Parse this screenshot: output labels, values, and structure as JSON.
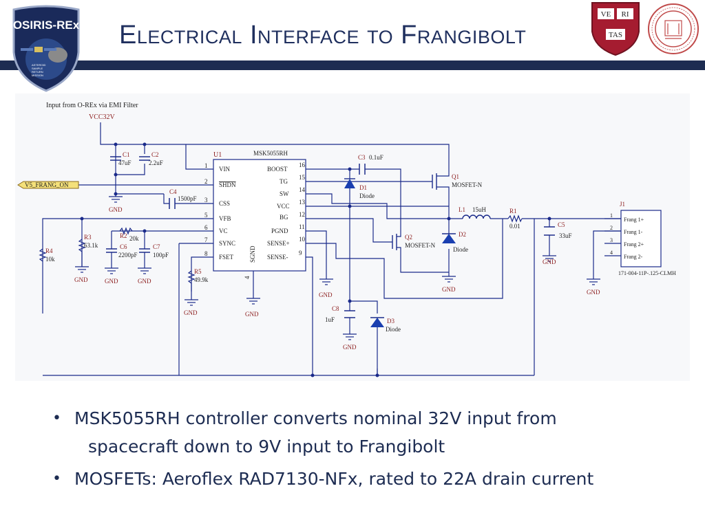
{
  "slide": {
    "title": "Electrical Interface to Frangibolt"
  },
  "logos": {
    "mission_name": "OSIRIS-REx",
    "mission_tagline": [
      "ASTEROID",
      "SAMPLE",
      "RETURN",
      "MISSION"
    ],
    "harvard_shield": [
      "VE",
      "RI",
      "TAS"
    ]
  },
  "schematic": {
    "input_note": "Input from O-REx via EMI Filter",
    "supply_net": "VCC32V",
    "enable_net": "V5_FRANG_ON",
    "gnd": "GND",
    "ic": {
      "ref": "U1",
      "part": "MSK5055RH",
      "left_pins": [
        {
          "num": "1",
          "name": "VIN"
        },
        {
          "num": "2",
          "name": "SHDN"
        },
        {
          "num": "3",
          "name": "CSS"
        },
        {
          "num": "5",
          "name": "VFB"
        },
        {
          "num": "6",
          "name": "VC"
        },
        {
          "num": "7",
          "name": "SYNC"
        },
        {
          "num": "8",
          "name": "FSET"
        }
      ],
      "right_pins": [
        {
          "num": "16",
          "name": "BOOST"
        },
        {
          "num": "15",
          "name": "TG"
        },
        {
          "num": "14",
          "name": "SW"
        },
        {
          "num": "13",
          "name": "VCC"
        },
        {
          "num": "12",
          "name": "BG"
        },
        {
          "num": "11",
          "name": "PGND"
        },
        {
          "num": "10",
          "name": "SENSE+"
        },
        {
          "num": "9",
          "name": "SENSE-"
        }
      ],
      "bottom_pin": {
        "num": "4",
        "name": "SGND"
      }
    },
    "components": {
      "c1": {
        "ref": "C1",
        "value": "47uF"
      },
      "c2": {
        "ref": "C2",
        "value": "2.2uF"
      },
      "c3": {
        "ref": "C3",
        "value": "0.1uF"
      },
      "c4": {
        "ref": "C4",
        "value": "1500pF"
      },
      "c5": {
        "ref": "C5",
        "value": "33uF"
      },
      "c6": {
        "ref": "C6",
        "value": "2200pF"
      },
      "c7": {
        "ref": "C7",
        "value": "100pF"
      },
      "c8": {
        "ref": "C8",
        "value": "1uF"
      },
      "r1": {
        "ref": "R1",
        "value": "0.01"
      },
      "r2": {
        "ref": "R2",
        "value": "20k"
      },
      "r3": {
        "ref": "R3",
        "value": "63.1k"
      },
      "r4": {
        "ref": "R4",
        "value": "10k"
      },
      "r5": {
        "ref": "R5",
        "value": "49.9k"
      },
      "l1": {
        "ref": "L1",
        "value": "15uH"
      },
      "q1": {
        "ref": "Q1",
        "value": "MOSFET-N"
      },
      "q2": {
        "ref": "Q2",
        "value": "MOSFET-N"
      },
      "d1": {
        "ref": "D1",
        "value": "Diode"
      },
      "d2": {
        "ref": "D2",
        "value": "Diode"
      },
      "d3": {
        "ref": "D3",
        "value": "Diode"
      }
    },
    "connector": {
      "ref": "J1",
      "part": "171-004-11P-.125-CLMH",
      "pins": [
        {
          "num": "1",
          "name": "Frang 1+"
        },
        {
          "num": "2",
          "name": "Frang 1-"
        },
        {
          "num": "3",
          "name": "Frang 2+"
        },
        {
          "num": "4",
          "name": "Frang 2-"
        }
      ]
    }
  },
  "bullets": [
    {
      "line1": "MSK5055RH controller converts nominal 32V input from",
      "line2": "spacecraft down to 9V input to Frangibolt"
    },
    {
      "line1": "MOSFETs: Aeroflex RAD7130-NFx, rated to 22A drain current",
      "line2": ""
    }
  ],
  "colors": {
    "title": "#1f2f5e",
    "title_bar": "#1d2c52",
    "wire": "#1a2a8a",
    "label": "#222222",
    "ref_label": "#8b1c1c",
    "harvard_crimson": "#a51c30",
    "mit_red": "#c04a4a"
  }
}
